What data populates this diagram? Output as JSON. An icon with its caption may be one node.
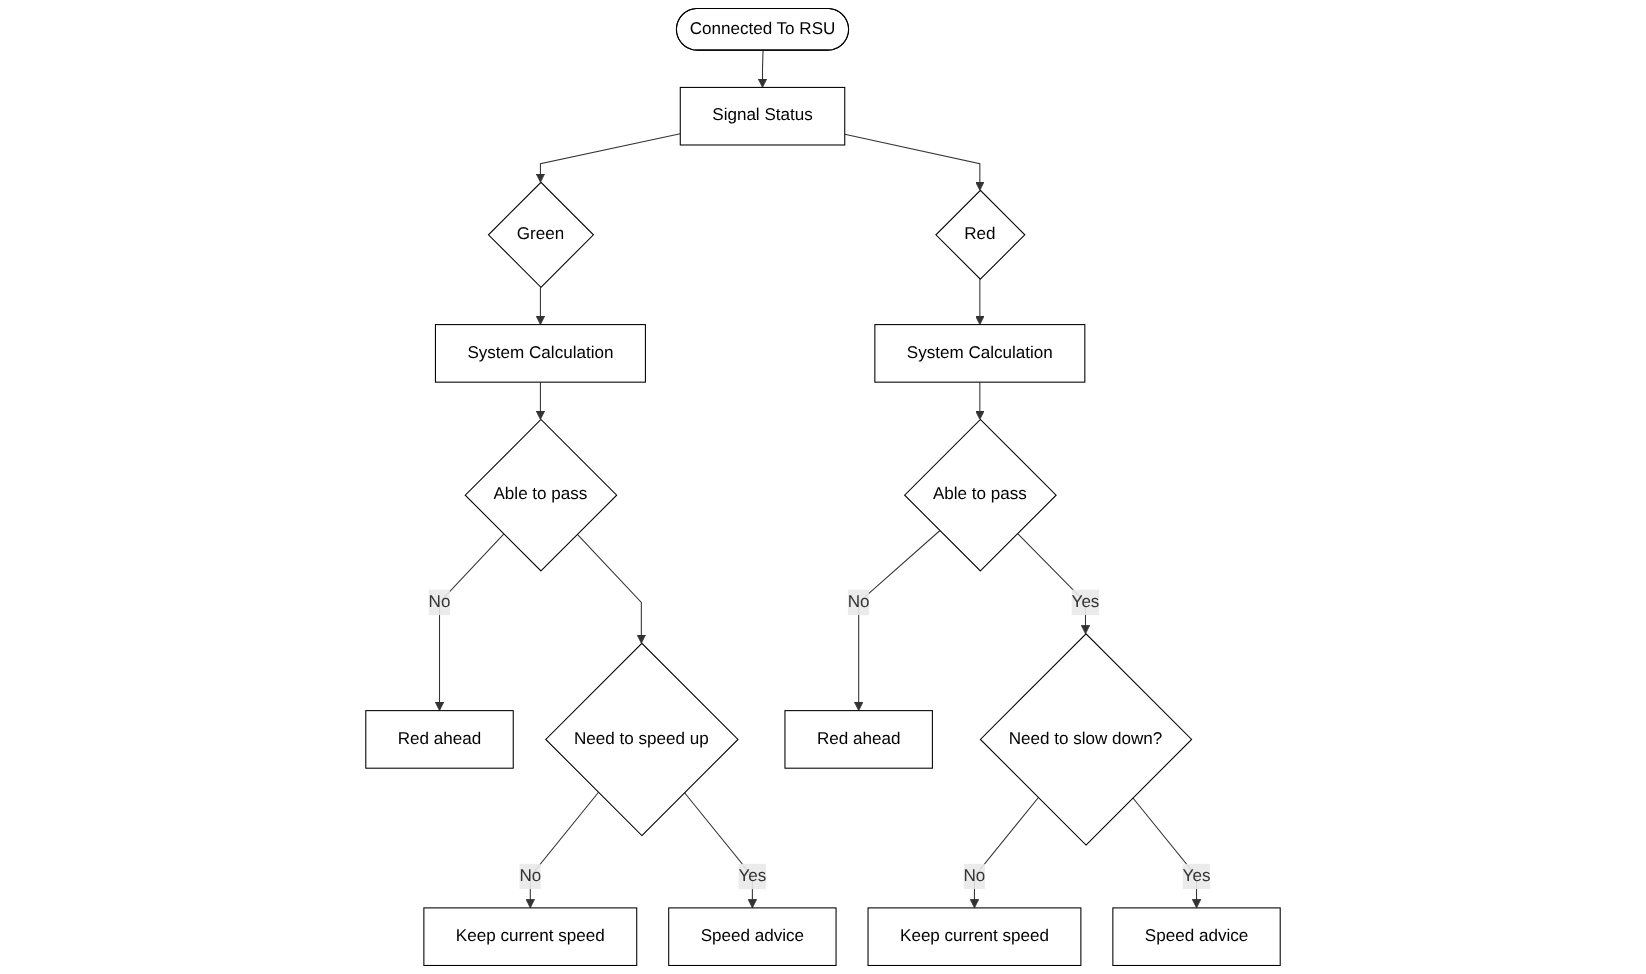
{
  "diagram": {
    "nodes": [
      {
        "text": [
          "Connected To RSU"
        ]
      },
      {
        "text": [
          "Signal Status"
        ]
      },
      {
        "text": [
          "Green"
        ]
      },
      {
        "text": [
          "Red"
        ]
      },
      {
        "text": [
          "System Calculation"
        ]
      },
      {
        "text": [
          "System Calculation"
        ]
      },
      {
        "text": [
          "Able to pass"
        ]
      },
      {
        "text": [
          "Red ahead"
        ]
      },
      {
        "text": [
          "Need to speed up"
        ]
      },
      {
        "text": [
          "Keep current speed"
        ]
      },
      {
        "text": [
          "Speed advice"
        ]
      },
      {
        "text": [
          "Able to pass"
        ]
      },
      {
        "text": [
          "Red ahead"
        ]
      },
      {
        "text": [
          "Need to slow down?"
        ]
      },
      {
        "text": [
          "Keep current speed"
        ]
      },
      {
        "text": [
          "Speed advice"
        ]
      }
    ],
    "edges": [
      {
        "from": 0,
        "to": 1,
        "arrow": "to"
      },
      {
        "from": 1,
        "to": 2,
        "arrow": "to"
      },
      {
        "from": 2,
        "to": 4,
        "arrow": "to"
      },
      {
        "from": 1,
        "to": 3,
        "arrow": "to"
      },
      {
        "from": 3,
        "to": 5,
        "arrow": "to"
      },
      {
        "from": 4,
        "to": 6,
        "arrow": "to"
      },
      {
        "from": 6,
        "to": 7,
        "arrow": "to",
        "label": "No"
      },
      {
        "from": 6,
        "to": 8,
        "arrow": "to"
      },
      {
        "from": 8,
        "to": 9,
        "arrow": "to",
        "label": "No"
      },
      {
        "from": 8,
        "to": 10,
        "arrow": "to",
        "label": "Yes"
      },
      {
        "from": 5,
        "to": 11,
        "arrow": "to"
      },
      {
        "from": 11,
        "to": 12,
        "arrow": "to",
        "label": "No"
      },
      {
        "from": 11,
        "to": 13,
        "arrow": "to",
        "label": "Yes"
      },
      {
        "from": 13,
        "to": 14,
        "arrow": "to",
        "label": "No"
      },
      {
        "from": 13,
        "to": 15,
        "arrow": "to",
        "label": "Yes"
      }
    ]
  }
}
